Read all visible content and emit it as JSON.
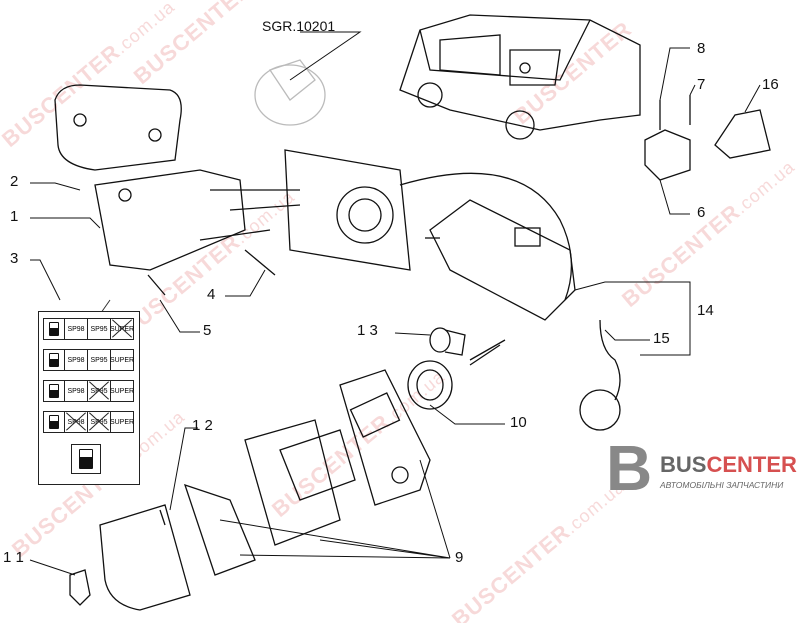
{
  "diagram": {
    "reference_code": "SGR.10201",
    "callouts": [
      {
        "id": "8",
        "label": "8"
      },
      {
        "id": "7",
        "label": "7"
      },
      {
        "id": "16",
        "label": "16"
      },
      {
        "id": "2",
        "label": "2"
      },
      {
        "id": "1",
        "label": "1"
      },
      {
        "id": "6",
        "label": "6"
      },
      {
        "id": "3",
        "label": "3"
      },
      {
        "id": "4",
        "label": "4"
      },
      {
        "id": "14",
        "label": "14"
      },
      {
        "id": "5",
        "label": "5"
      },
      {
        "id": "13",
        "label": "1 3"
      },
      {
        "id": "15",
        "label": "15"
      },
      {
        "id": "10",
        "label": "10"
      },
      {
        "id": "12",
        "label": "1 2"
      },
      {
        "id": "9",
        "label": "9"
      },
      {
        "id": "11",
        "label": "1 1"
      }
    ],
    "fuel_label_panel": {
      "rows": [
        {
          "cells": [
            {
              "text": "SP98",
              "crossed": false
            },
            {
              "text": "SP95",
              "crossed": false
            },
            {
              "text": "SUPER",
              "crossed": true
            }
          ]
        },
        {
          "cells": [
            {
              "text": "SP98",
              "crossed": false
            },
            {
              "text": "SP95",
              "crossed": false
            },
            {
              "text": "SUPER",
              "crossed": false
            }
          ]
        },
        {
          "cells": [
            {
              "text": "SP98",
              "crossed": false
            },
            {
              "text": "SP95",
              "crossed": true
            },
            {
              "text": "SUPER",
              "crossed": false
            }
          ]
        },
        {
          "cells": [
            {
              "text": "SP98",
              "crossed": true
            },
            {
              "text": "SP95",
              "crossed": true
            },
            {
              "text": "SUPER",
              "crossed": false
            }
          ]
        }
      ],
      "icon": "fuel-pump-icon"
    }
  },
  "watermark": {
    "text": "BUSCENTER",
    "suffix": ".com.ua",
    "color": "#dc5050"
  },
  "logo": {
    "letter": "B",
    "name_part1": "BUS",
    "name_part2": "CENTER",
    "tagline": "АВТОМОБІЛЬНІ ЗАПЧАСТИНИ",
    "accent": "#d65050"
  }
}
